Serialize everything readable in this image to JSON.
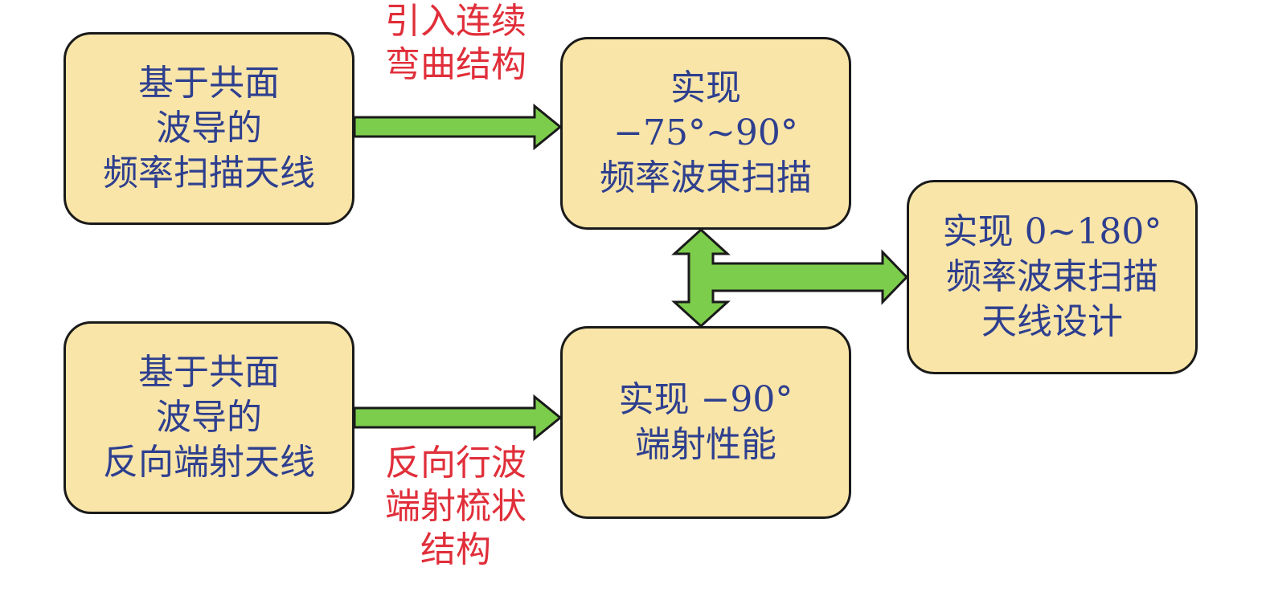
{
  "boxes": {
    "top_left": {
      "lines": [
        "基于共面",
        "波导的",
        "频率扫描天线"
      ]
    },
    "bottom_left": {
      "lines": [
        "基于共面",
        "波导的",
        "反向端射天线"
      ]
    },
    "top_middle": {
      "lines": [
        "实现",
        "−75°~90°",
        "频率波束扫描"
      ]
    },
    "bottom_middle": {
      "lines": [
        "实现 −90°",
        "端射性能"
      ]
    },
    "right": {
      "lines": [
        "实现 0~180°",
        "频率波束扫描",
        "天线设计"
      ]
    }
  },
  "labels": {
    "top_arrow": [
      "引入连续",
      "弯曲结构"
    ],
    "bottom_arrow": [
      "反向行波",
      "端射梳状",
      "结构"
    ]
  },
  "colors": {
    "box_fill": "#f9e5a8",
    "box_border": "#1a1a1a",
    "box_text": "#2e3f8f",
    "label_text": "#e02f3a",
    "arrow_fill": "#7ccd4c",
    "arrow_border": "#1a1a1a"
  }
}
